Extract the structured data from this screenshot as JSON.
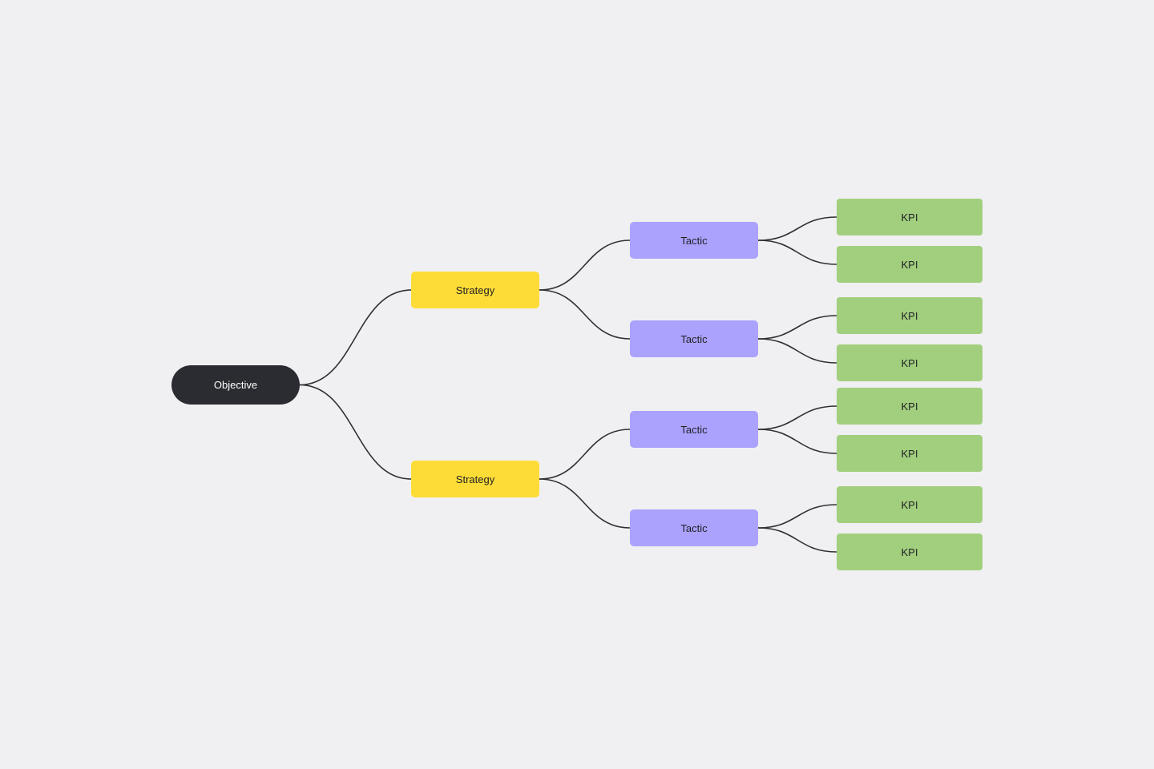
{
  "colors": {
    "background": "#f0f0f2",
    "objective": "#2b2c31",
    "strategy": "#fedc37",
    "tactic": "#aaa2fd",
    "kpi": "#a2cf7e",
    "connector": "#2f3035"
  },
  "objective": {
    "label": "Objective"
  },
  "strategies": [
    {
      "label": "Strategy"
    },
    {
      "label": "Strategy"
    }
  ],
  "tactics": [
    {
      "label": "Tactic"
    },
    {
      "label": "Tactic"
    },
    {
      "label": "Tactic"
    },
    {
      "label": "Tactic"
    }
  ],
  "kpis": [
    {
      "label": "KPI"
    },
    {
      "label": "KPI"
    },
    {
      "label": "KPI"
    },
    {
      "label": "KPI"
    },
    {
      "label": "KPI"
    },
    {
      "label": "KPI"
    },
    {
      "label": "KPI"
    },
    {
      "label": "KPI"
    }
  ]
}
